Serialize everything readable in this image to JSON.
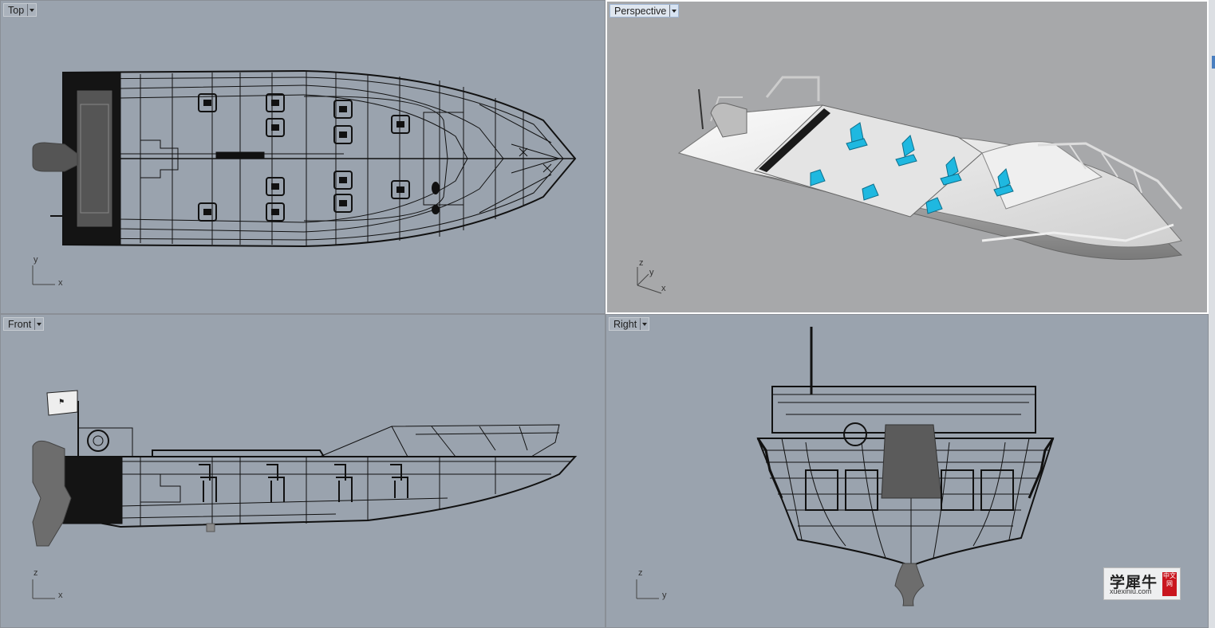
{
  "viewports": {
    "top": {
      "label": "Top",
      "axis_a": "y",
      "axis_b": "x"
    },
    "perspective": {
      "label": "Perspective",
      "axis_a": "z",
      "axis_b": "y",
      "axis_c": "x"
    },
    "front": {
      "label": "Front",
      "axis_a": "z",
      "axis_b": "x"
    },
    "right": {
      "label": "Right",
      "axis_a": "z",
      "axis_b": "y"
    }
  },
  "watermark": {
    "chinese": "学犀牛",
    "site": "xuexiniu.com",
    "badge": "中文网"
  },
  "colors": {
    "wire_bg": "#9aa3ae",
    "persp_bg": "#a7a8aa",
    "seat_accent": "#1fb8e0",
    "active_border": "#ffffff"
  }
}
